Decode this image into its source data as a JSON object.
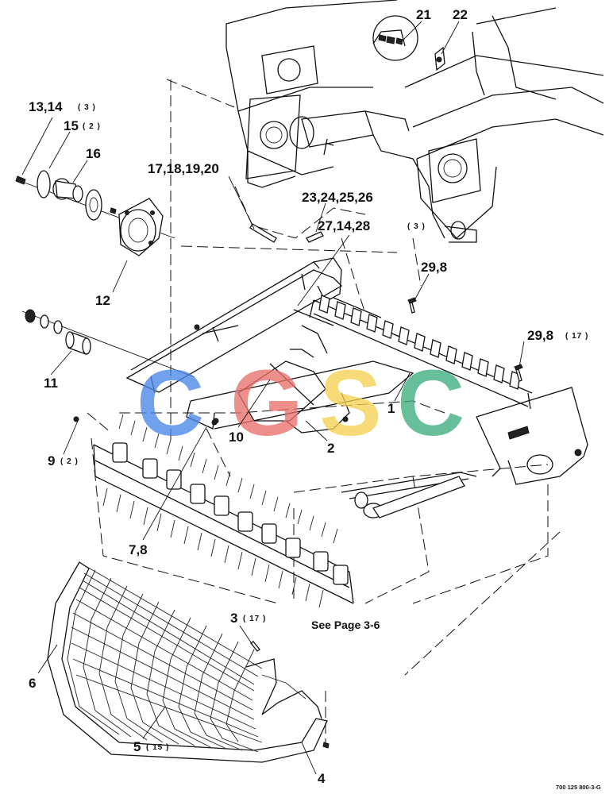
{
  "callouts": {
    "c21": "21",
    "c22": "22",
    "c13_14": "13,14",
    "c13_14_qty": "( 3 )",
    "c15": "15",
    "c15_qty": "( 2 )",
    "c16": "16",
    "c17_20": "17,18,19,20",
    "c23_26": "23,24,25,26",
    "c27_28": "27,14,28",
    "c27_28_qty": "( 3 )",
    "c29_8a": "29,8",
    "c29_8b": "29,8",
    "c29_8b_qty": "( 17 )",
    "c12": "12",
    "c11": "11",
    "c1": "1",
    "c10": "10",
    "c2": "2",
    "c9": "9",
    "c9_qty": "( 2 )",
    "c7_8": "7,8",
    "c3": "3",
    "c3_qty": "( 17 )",
    "c6": "6",
    "c5": "5",
    "c5_qty": "( 15 )",
    "c4": "4"
  },
  "note": "See Page 3-6",
  "figure_code": "700 125 800-3-G",
  "watermark": {
    "letters": [
      "C",
      "G",
      "S",
      "C"
    ],
    "colors": [
      "#4A86E8",
      "#E8706A",
      "#F7D154",
      "#3DAE7E"
    ]
  }
}
